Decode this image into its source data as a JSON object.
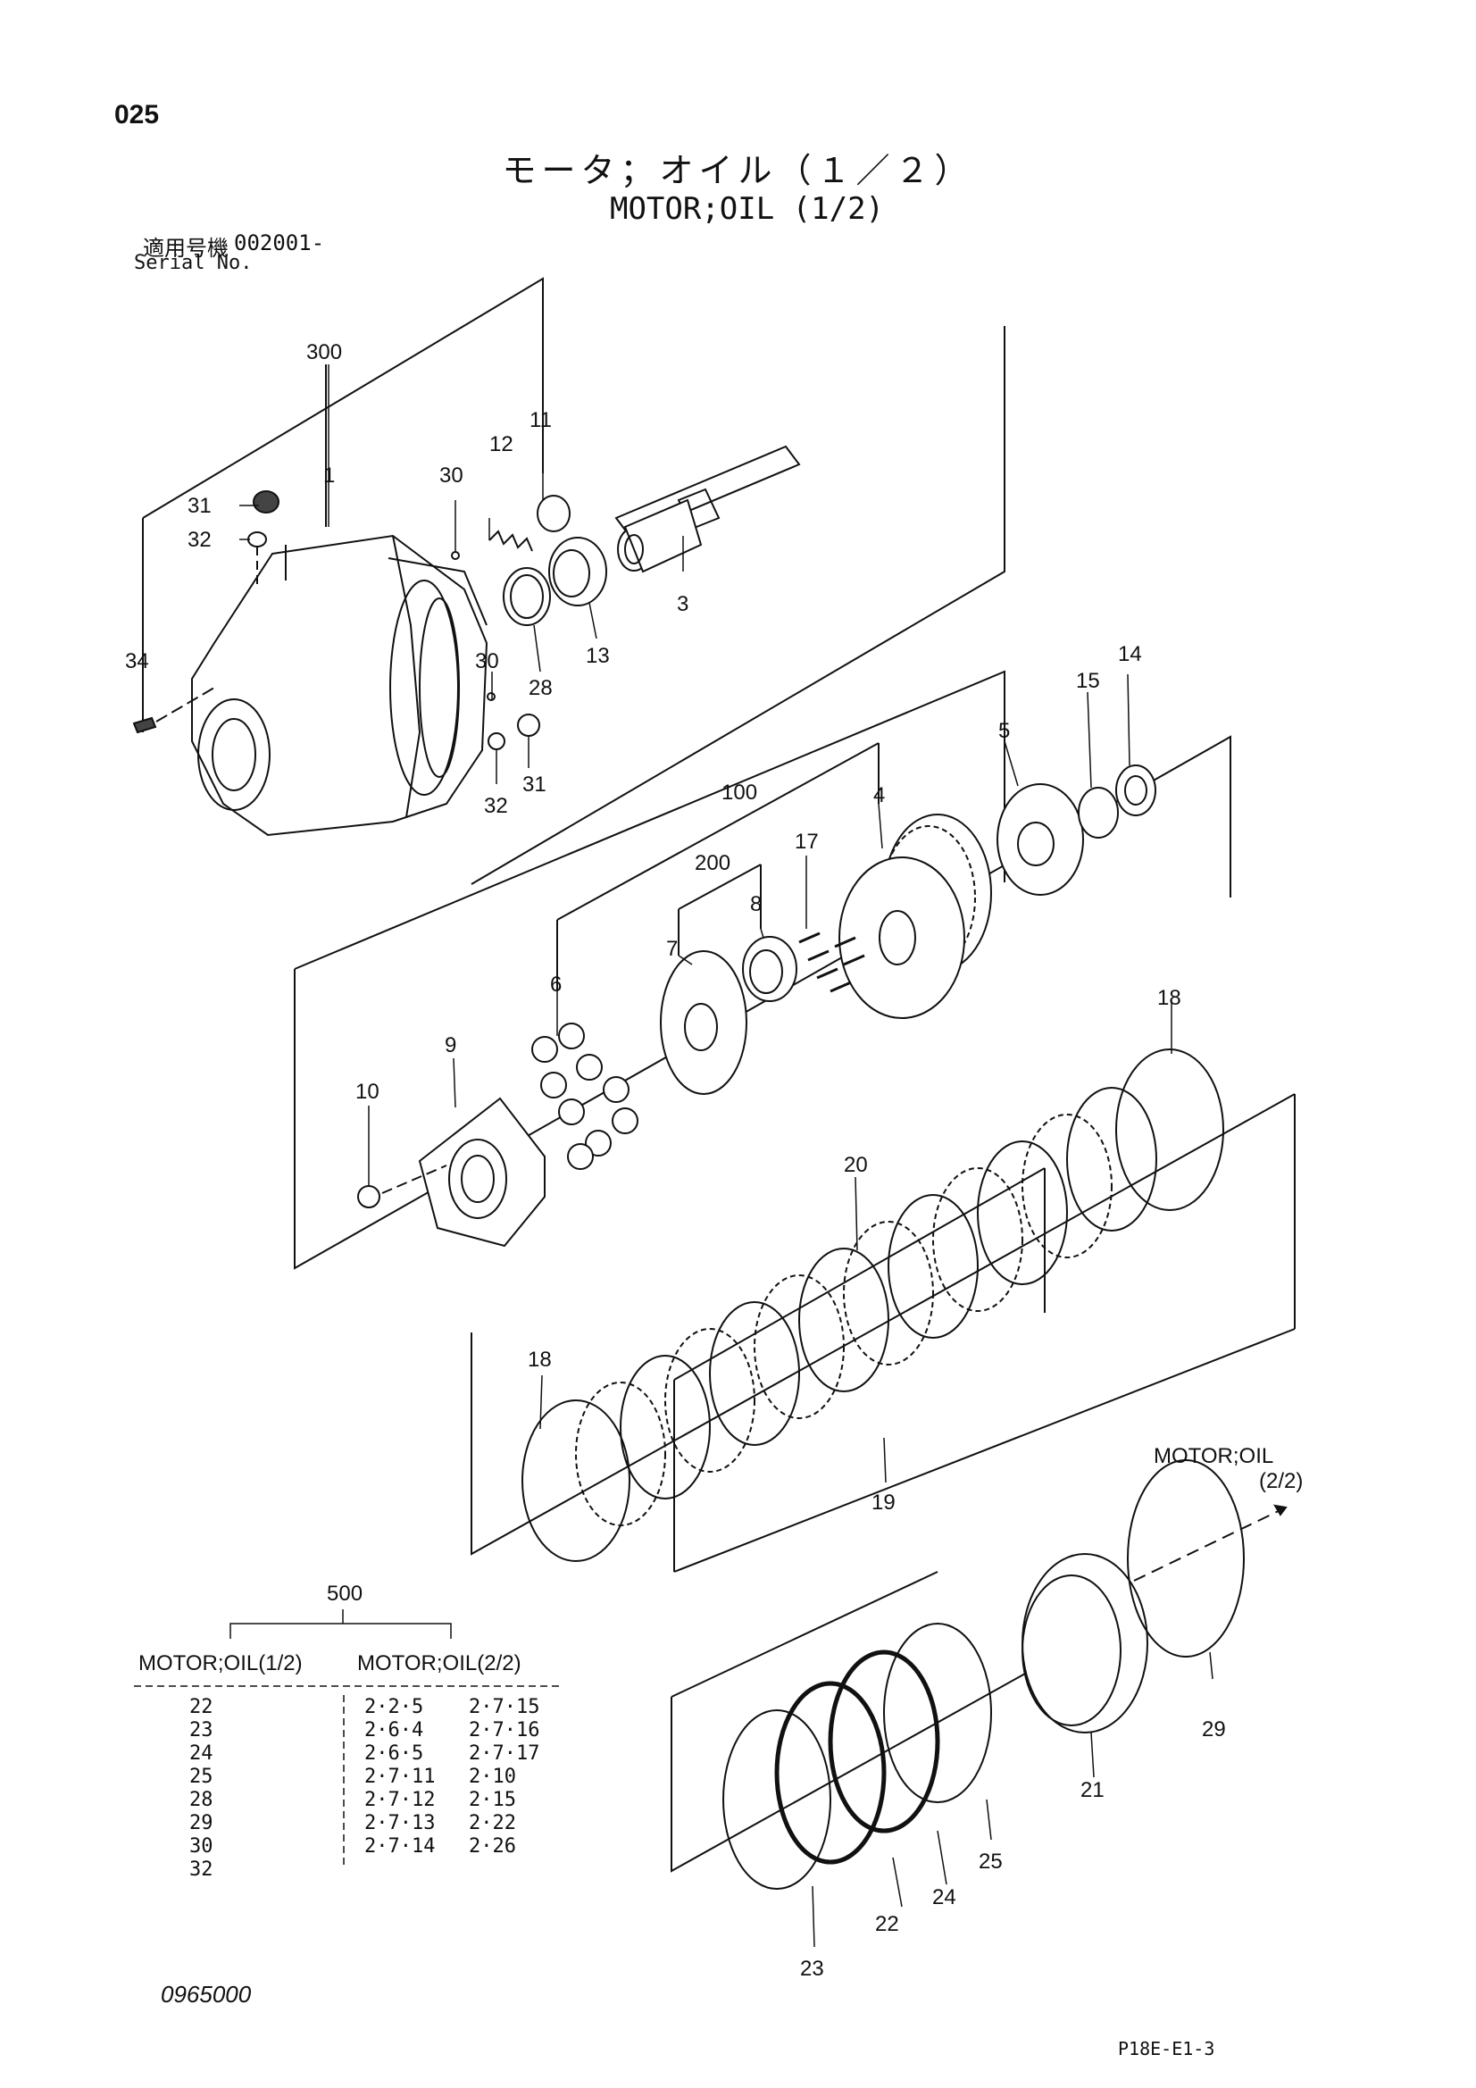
{
  "header": {
    "page_number": "025",
    "title_jp": "モータ；オイル（１／２）",
    "title_en": "MOTOR;OIL (1/2)",
    "serial_label_jp": "適用号機",
    "serial_value": "002001-",
    "serial_label_en": "Serial No."
  },
  "callouts": {
    "c300": "300",
    "c1": "1",
    "c11": "11",
    "c12": "12",
    "c30a": "30",
    "c31a": "31",
    "c32a": "32",
    "c34": "34",
    "c28": "28",
    "c13": "13",
    "c3": "3",
    "c30b": "30",
    "c31b": "31",
    "c32b": "32",
    "c100": "100",
    "c4": "4",
    "c5": "5",
    "c15": "15",
    "c14": "14",
    "c17": "17",
    "c200": "200",
    "c8": "8",
    "c7": "7",
    "c6": "6",
    "c9": "9",
    "c10": "10",
    "c18a": "18",
    "c20": "20",
    "c18b": "18",
    "c19": "19",
    "c21": "21",
    "c29": "29",
    "c25": "25",
    "c24": "24",
    "c22": "22",
    "c23": "23"
  },
  "continuation": {
    "line1": "MOTOR;OIL",
    "line2": "(2/2)"
  },
  "kit_table": {
    "kit_number": "500",
    "col1_header": "MOTOR;OIL(1/2)",
    "col2_header": "MOTOR;OIL(2/2)",
    "rows": [
      {
        "part": "22",
        "ref1": "2·2·5",
        "ref2": "2·7·15"
      },
      {
        "part": "23",
        "ref1": "2·6·4",
        "ref2": "2·7·16"
      },
      {
        "part": "24",
        "ref1": "2·6·5",
        "ref2": "2·7·17"
      },
      {
        "part": "25",
        "ref1": "2·7·11",
        "ref2": "2·10"
      },
      {
        "part": "28",
        "ref1": "2·7·12",
        "ref2": "2·15"
      },
      {
        "part": "29",
        "ref1": "2·7·13",
        "ref2": "2·22"
      },
      {
        "part": "30",
        "ref1": "2·7·14",
        "ref2": "2·26"
      },
      {
        "part": "32",
        "ref1": "",
        "ref2": ""
      }
    ]
  },
  "footer": {
    "doc_number": "0965000",
    "page_code": "P18E-E1-3"
  }
}
